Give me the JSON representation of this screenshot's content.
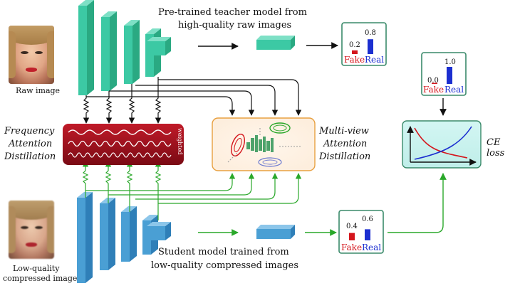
{
  "teacher_caption": [
    "Pre-trained teacher model from",
    "high-quality raw images"
  ],
  "student_caption": [
    "Student model trained from",
    "low-quality compressed images"
  ],
  "raw_image_label": "Raw image",
  "compressed_image_label": [
    "Low-quality",
    "compressed image"
  ],
  "frequency_label": [
    "Frequency",
    "Attention",
    "Distillation"
  ],
  "frequency_box_text": "weighted",
  "multiview_label": [
    "Multi-view",
    "Attention",
    "Distillation"
  ],
  "ce_loss_label": "CE loss",
  "score_boxes": {
    "teacher": {
      "fake_value": "0.2",
      "real_value": "0.8",
      "fake_label": "Fake",
      "real_label": "Real",
      "fake": 0.2,
      "real": 0.8
    },
    "target": {
      "fake_value": "0.0",
      "real_value": "1.0",
      "fake_label": "Fake",
      "real_label": "Real",
      "fake": 0.0,
      "real": 1.0
    },
    "student": {
      "fake_value": "0.4",
      "real_value": "0.6",
      "fake_label": "Fake",
      "real_label": "Real",
      "fake": 0.4,
      "real": 0.6
    }
  },
  "colors": {
    "teacher_net": "#3cc9a4",
    "student_net": "#4a9fd4",
    "teacher_arrow": "#111111",
    "student_arrow": "#2aa82a",
    "fake": "#d4151c",
    "real": "#1c2fd0",
    "score_border": "#3a8a6a",
    "loss_fill": "#c8f2ef",
    "multiview_border": "#e8a040",
    "frequency_fill": "#a3101a"
  }
}
